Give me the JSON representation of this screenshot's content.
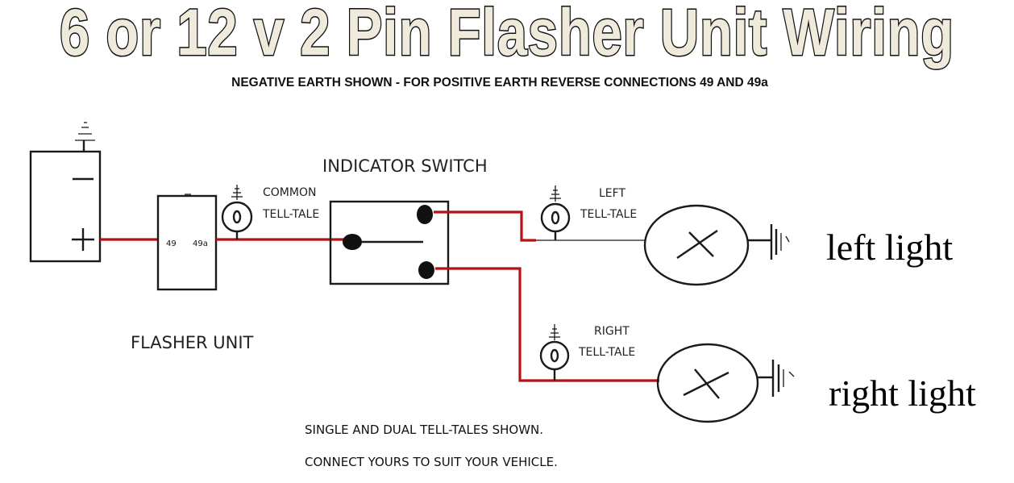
{
  "title": "6 or 12 v 2 Pin Flasher Unit Wiring",
  "subtitle": "NEGATIVE EARTH SHOWN - FOR POSITIVE EARTH REVERSE CONNECTIONS 49 AND 49a",
  "battery": {
    "minus_symbol": "−",
    "plus_symbol": "+"
  },
  "flasher": {
    "pin_49": "49",
    "pin_49a": "49a",
    "label": "FLASHER UNIT"
  },
  "switch": {
    "label": "INDICATOR SWITCH"
  },
  "common_telltale": {
    "line1": "COMMON",
    "line2": "TELL-TALE"
  },
  "left_telltale": {
    "line1": "LEFT",
    "line2": "TELL-TALE"
  },
  "right_telltale": {
    "line1": "RIGHT",
    "line2": "TELL-TALE"
  },
  "left_light": "left light",
  "right_light": "right light",
  "notes": [
    "SINGLE AND DUAL TELL-TALES SHOWN.",
    "CONNECT YOURS TO SUIT YOUR VEHICLE."
  ],
  "colors": {
    "wire": "#b51217",
    "lines": "#1a1a1a",
    "title_fill": "#efeadb"
  }
}
